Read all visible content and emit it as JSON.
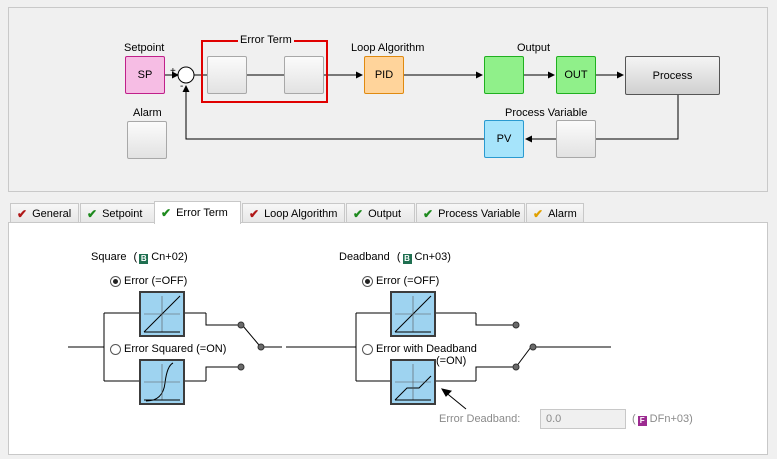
{
  "diagram": {
    "setpoint_label": "Setpoint",
    "sp_block": "SP",
    "error_term_label": "Error Term",
    "loop_algorithm_label": "Loop Algorithm",
    "pid_block": "PID",
    "output_label": "Output",
    "out_block": "OUT",
    "process_block": "Process",
    "alarm_label": "Alarm",
    "process_variable_label": "Process Variable",
    "pv_block": "PV",
    "plus_sign": "+",
    "minus_sign": "-",
    "colors": {
      "sp": "#f6bde4",
      "pid": "#ffd49b",
      "output": "#90f08a",
      "pv": "#a6e4fb",
      "error_highlight": "#e00000"
    }
  },
  "tabs": [
    {
      "label": "General",
      "status": "error"
    },
    {
      "label": "Setpoint",
      "status": "ok"
    },
    {
      "label": "Error Term",
      "status": "ok",
      "active": true
    },
    {
      "label": "Loop Algorithm",
      "status": "error"
    },
    {
      "label": "Output",
      "status": "ok"
    },
    {
      "label": "Process Variable",
      "status": "ok"
    },
    {
      "label": "Alarm",
      "status": "warning"
    }
  ],
  "tab_check": "✔",
  "square": {
    "title": "Square",
    "address": "Cn+02",
    "opt_off": "Error (=OFF)",
    "opt_on": "Error Squared (=ON)",
    "selected": "off"
  },
  "deadband": {
    "title": "Deadband",
    "address": "Cn+03",
    "opt_off": "Error (=OFF)",
    "opt_on": "Error with Deadband",
    "opt_on_suffix": "(=ON)",
    "selected": "off"
  },
  "error_deadband": {
    "label": "Error Deadband:",
    "value": "0.0",
    "address": "DFn+03"
  },
  "badges": {
    "cio": "B",
    "dm": "F"
  }
}
